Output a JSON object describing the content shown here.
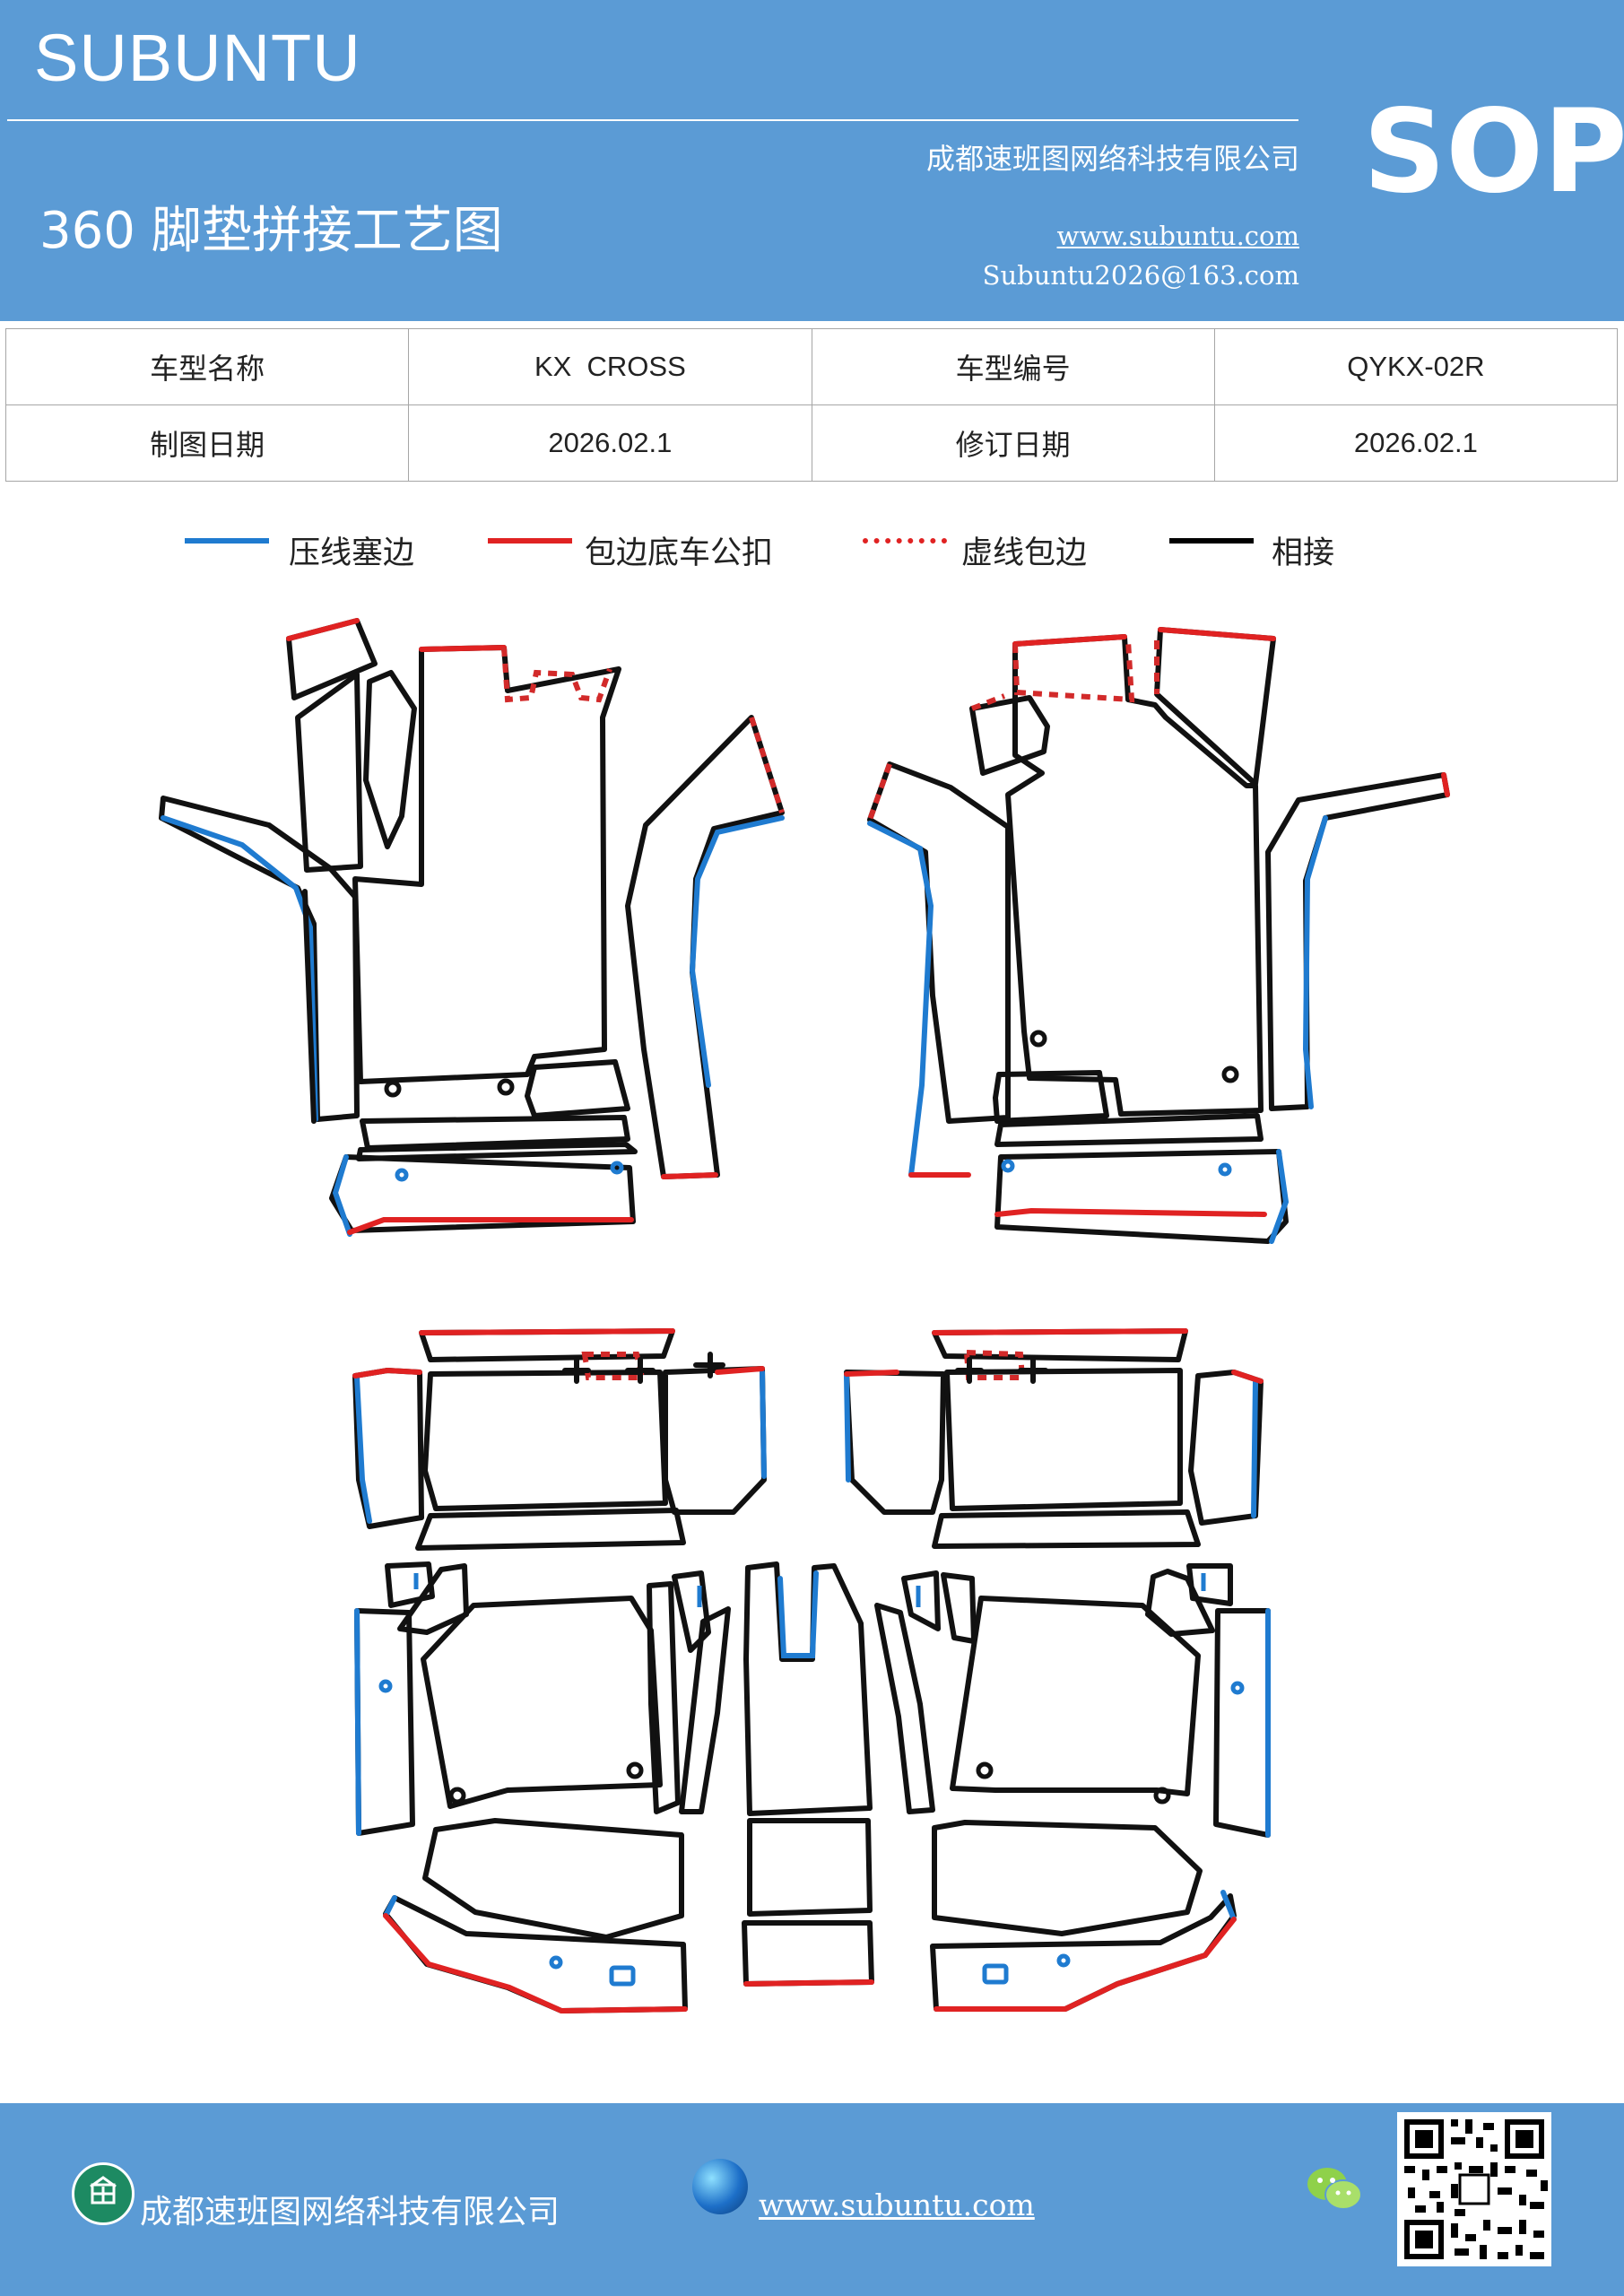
{
  "header": {
    "brand": "SUBUNTU",
    "badge": "SOP",
    "title": "360 脚垫拼接工艺图",
    "company": "成都速班图网络科技有限公司",
    "website": "www.subuntu.com",
    "email": "Subuntu2026@163.com"
  },
  "info": {
    "model_name_label": "车型名称",
    "model_name": "KX  CROSS",
    "model_code_label": "车型编号",
    "model_code": "QYKX-02R",
    "draw_date_label": "制图日期",
    "draw_date": "2026.02.1",
    "revise_date_label": "修订日期",
    "revise_date": "2026.02.1"
  },
  "legend": [
    {
      "label": "压线塞边",
      "color": "#1f7bd0",
      "style": "solid"
    },
    {
      "label": "包边底车公扣",
      "color": "#e02222",
      "style": "solid"
    },
    {
      "label": "虚线包边",
      "color": "#e02222",
      "style": "dotted"
    },
    {
      "label": "相接",
      "color": "#000000",
      "style": "solid"
    }
  ],
  "footer": {
    "company": "成都速班图网络科技有限公司",
    "website": "www.subuntu.com"
  },
  "colors": {
    "header_bg": "#5b9bd5",
    "press_line": "#1f7bd0",
    "edge_binding": "#e02222",
    "join_line": "#111111"
  },
  "icons": [
    "company-icon",
    "globe-icon",
    "wechat-icon",
    "qr-code"
  ]
}
